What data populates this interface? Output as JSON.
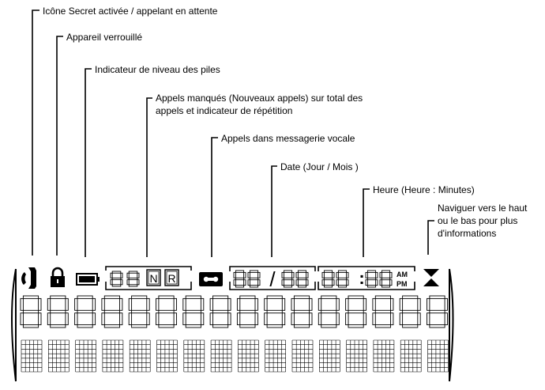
{
  "callouts": {
    "secret": [
      "Icône Secret activée / appelant en attente"
    ],
    "lock": [
      "Appareil verrouillé"
    ],
    "battery": [
      "Indicateur de niveau des piles"
    ],
    "missed": [
      "Appels manqués (Nouveaux appels) sur total des",
      "appels et indicateur de répétition"
    ],
    "voicemail": [
      "Appels dans messagerie vocale"
    ],
    "date": [
      "Date (Jour / Mois )"
    ],
    "time": [
      "Heure (Heure : Minutes)"
    ],
    "navigate": [
      "Naviguer vers le haut",
      "ou le bas pour plus",
      "d'informations"
    ]
  },
  "display": {
    "new_badge": "N",
    "repeat_badge": "R",
    "date_separator": "/",
    "time_separator": ":",
    "am": "AM",
    "pm": "PM"
  },
  "icons": [
    "handset-icon",
    "lock-icon",
    "battery-icon",
    "voicemail-tape-icon",
    "navigate-triangle-icon"
  ]
}
